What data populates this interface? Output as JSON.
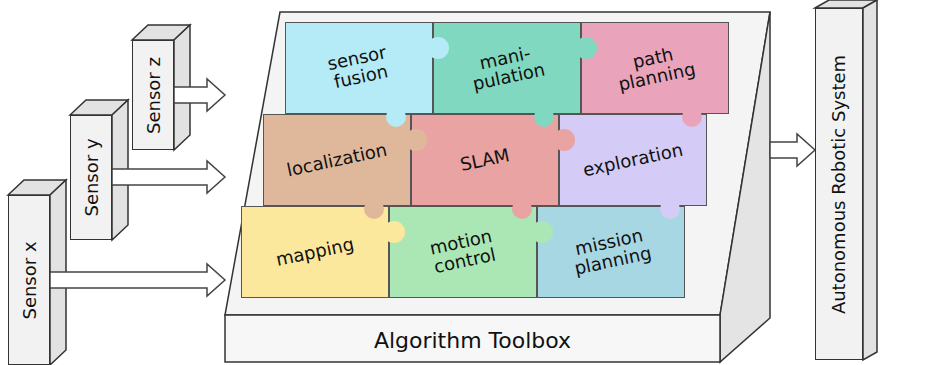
{
  "diagram": {
    "nodes": [
      {
        "text": [
          "Sensor x"
        ]
      },
      {
        "text": [
          "Sensor y"
        ]
      },
      {
        "text": [
          "Sensor z"
        ]
      },
      {
        "text": [
          "Algorithm Toolbox"
        ]
      },
      {
        "text": [
          "sensor fusion"
        ],
        "in": 3
      },
      {
        "text": [
          "mani- pulation"
        ],
        "in": 3
      },
      {
        "text": [
          "path planning"
        ],
        "in": 3
      },
      {
        "text": [
          "localization"
        ],
        "in": 3
      },
      {
        "text": [
          "SLAM"
        ],
        "in": 3
      },
      {
        "text": [
          "exploration"
        ],
        "in": 3
      },
      {
        "text": [
          "mapping"
        ],
        "in": 3
      },
      {
        "text": [
          "motion control"
        ],
        "in": 3
      },
      {
        "text": [
          "mission planning"
        ],
        "in": 3
      },
      {
        "text": [
          "Autonomous Robotic System"
        ]
      }
    ],
    "edges": [
      {
        "from": 0,
        "to": 3,
        "arrow": "to"
      },
      {
        "from": 1,
        "to": 3,
        "arrow": "to"
      },
      {
        "from": 2,
        "to": 3,
        "arrow": "to"
      },
      {
        "from": 3,
        "to": 13,
        "arrow": "to"
      }
    ]
  }
}
